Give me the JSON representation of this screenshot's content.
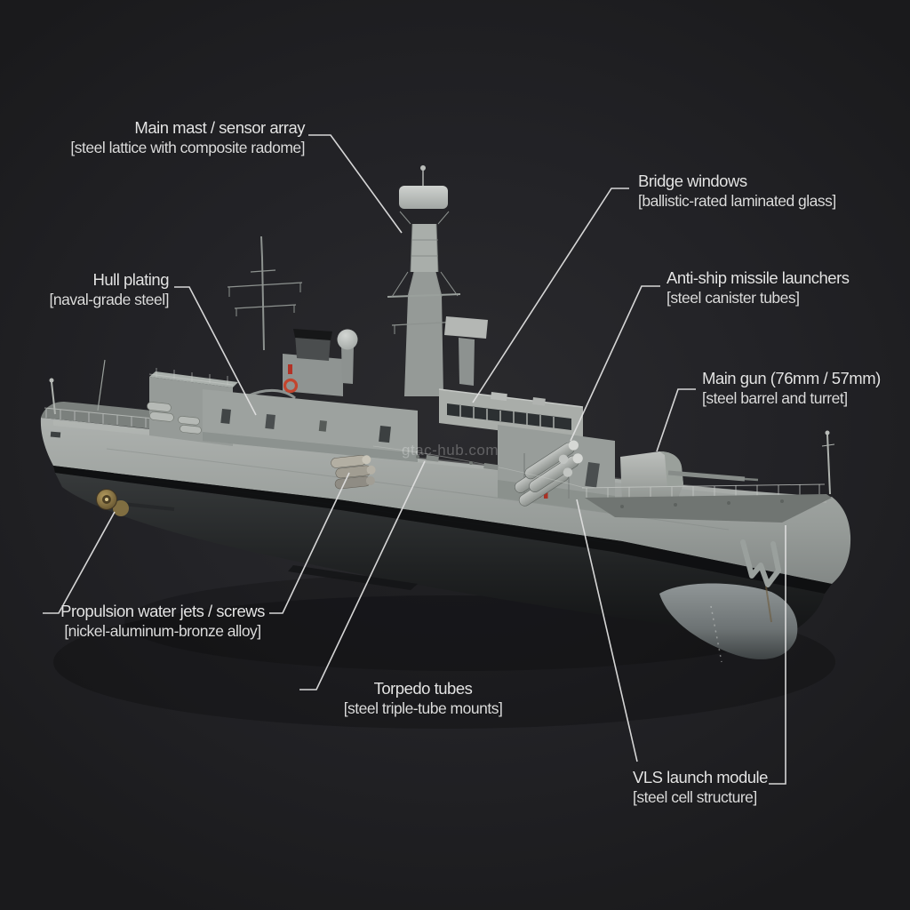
{
  "watermark": "gtac-hub.com",
  "labels": {
    "main_mast": {
      "title": "Main mast / sensor array",
      "sub": "[steel lattice with composite radome]"
    },
    "bridge": {
      "title": "Bridge windows",
      "sub": "[ballistic-rated laminated glass]"
    },
    "hull": {
      "title": "Hull plating",
      "sub": "[naval-grade steel]"
    },
    "missiles": {
      "title": "Anti-ship missile launchers",
      "sub": "[steel canister tubes]"
    },
    "main_gun": {
      "title": "Main gun (76mm / 57mm)",
      "sub": "[steel barrel and turret]"
    },
    "propulsion": {
      "title": "Propulsion water jets / screws",
      "sub": "[nickel-aluminum-bronze alloy]"
    },
    "torpedo": {
      "title": "Torpedo tubes",
      "sub": "[steel triple-tube mounts]"
    },
    "vls": {
      "title": "VLS launch module",
      "sub": "[steel cell structure]"
    }
  },
  "colors": {
    "background": "#222226",
    "hull_grey": "#a3a7a4",
    "lower_hull": "#1c1e1e",
    "leader_line": "#e0e0e0",
    "propeller_bronze": "#8a7544",
    "accent_red": "#b33226"
  }
}
